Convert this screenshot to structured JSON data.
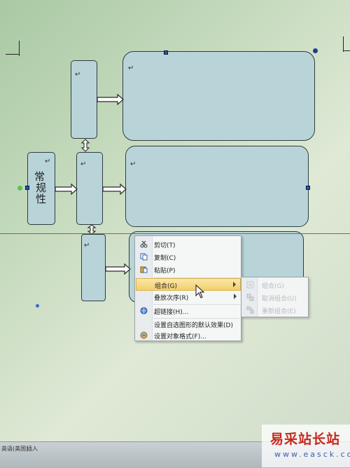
{
  "document": {
    "para_mark": "↵",
    "vertical_text": [
      "常",
      "规",
      "性"
    ]
  },
  "context_menu": {
    "items": [
      {
        "label": "剪切(T)",
        "icon": "scissors-icon"
      },
      {
        "label": "复制(C)",
        "icon": "copy-icon"
      },
      {
        "label": "粘贴(P)",
        "icon": "paste-icon"
      },
      {
        "label": "组合(G)",
        "icon": "",
        "has_submenu": true,
        "highlighted": true
      },
      {
        "label": "叠放次序(R)",
        "icon": "",
        "has_submenu": true
      },
      {
        "label": "超链接(H)...",
        "icon": "hyperlink-icon"
      },
      {
        "label": "设置自选图形的默认效果(D)",
        "icon": ""
      },
      {
        "label": "设置对象格式(F)...",
        "icon": "format-object-icon"
      }
    ]
  },
  "group_submenu": {
    "items": [
      {
        "label": "组合(G)",
        "icon": "group-icon",
        "disabled": true
      },
      {
        "label": "取消组合(U)",
        "icon": "ungroup-icon",
        "disabled": true
      },
      {
        "label": "重新组合(E)",
        "icon": "regroup-icon",
        "disabled": true
      }
    ]
  },
  "status_bar": {
    "language": "英语(美国)",
    "mode": "插入"
  },
  "watermark": {
    "title": "易采站长站",
    "url": "www.easck.com"
  },
  "colors": {
    "shape_fill": "#b8d4d8",
    "menu_highlight": "#f2cf6d",
    "watermark_red": "#c7281f"
  }
}
